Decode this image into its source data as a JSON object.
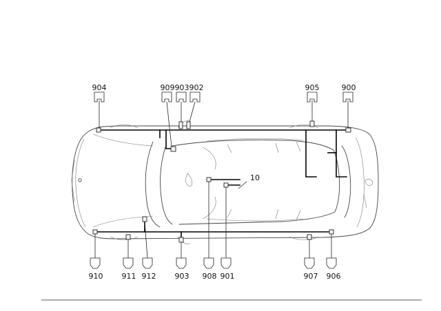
{
  "diagram": {
    "top_labels": [
      "904",
      "909",
      "903",
      "902",
      "905",
      "900"
    ],
    "bottom_labels": [
      "910",
      "911",
      "912",
      "903",
      "908",
      "901",
      "907",
      "906"
    ],
    "center_label": "10"
  }
}
